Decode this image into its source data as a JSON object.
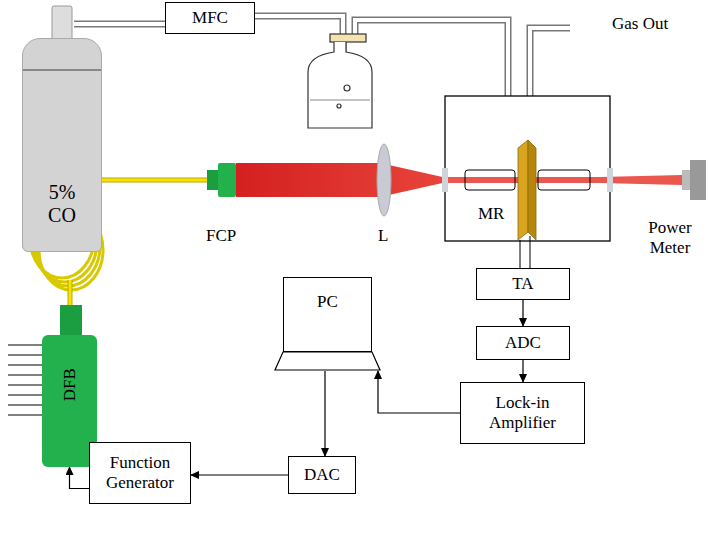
{
  "diagram": {
    "nodes": [
      {
        "text": [
          "5% CO"
        ]
      },
      {
        "text": [
          "MFC"
        ]
      },
      {
        "text": [
          "DFB"
        ]
      },
      {
        "text": [
          "PC"
        ]
      },
      {
        "text": [
          "TA"
        ]
      },
      {
        "text": [
          "ADC"
        ]
      },
      {
        "text": [
          "Lock-in Amplifier"
        ]
      },
      {
        "text": [
          "DAC"
        ]
      },
      {
        "text": [
          "Function Generator"
        ]
      }
    ],
    "edges": [
      {
        "from": 0,
        "to": 1,
        "arrow": "none"
      },
      {
        "from": 4,
        "to": 5,
        "arrow": "to"
      },
      {
        "from": 5,
        "to": 6,
        "arrow": "to"
      },
      {
        "from": 6,
        "to": 3,
        "arrow": "to"
      },
      {
        "from": 3,
        "to": 7,
        "arrow": "to"
      },
      {
        "from": 7,
        "to": 8,
        "arrow": "to"
      },
      {
        "from": 8,
        "to": 2,
        "arrow": "to"
      }
    ],
    "labels": [
      "Gas Out",
      "FCP",
      "L",
      "MR",
      "Power Meter"
    ]
  }
}
